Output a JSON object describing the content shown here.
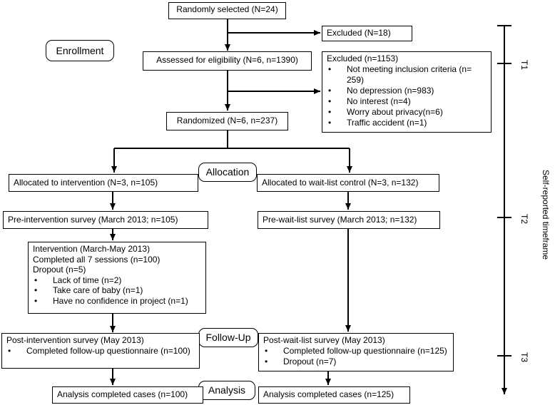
{
  "sections": {
    "enrollment": "Enrollment",
    "allocation": "Allocation",
    "followup": "Follow-Up",
    "analysis": "Analysis"
  },
  "boxes": {
    "randomly_selected": "Randomly selected (N=24)",
    "excluded_1": "Excluded (N=18)",
    "assessed": "Assessed for eligibility (N=6, n=1390)",
    "excluded_2_title": "Excluded (n=1153)",
    "excluded_2_items": [
      "Not meeting inclusion criteria (n=",
      "259)",
      "No depression (n=983)",
      "No interest (n=4)",
      "Worry about privacy(n=6)",
      "Traffic accident (n=1)"
    ],
    "randomized": "Randomized (N=6, n=237)",
    "alloc_intervention": "Allocated to intervention (N=3, n=105)",
    "alloc_waitlist": "Allocated to wait-list control (N=3, n=132)",
    "pre_intervention": "Pre-intervention survey (March 2013; n=105)",
    "pre_waitlist": "Pre-wait-list survey (March 2013; n=132)",
    "intervention_lines": [
      "Intervention (March-May 2013)",
      "Completed all 7 sessions (n=100)",
      "Dropout (n=5)"
    ],
    "intervention_items": [
      "Lack of time (n=2)",
      "Take care of baby (n=1)",
      "Have no confidence in project (n=1)"
    ],
    "post_intervention_title": "Post-intervention survey (May 2013)",
    "post_intervention_items": [
      "Completed follow-up questionnaire (n=100)"
    ],
    "post_waitlist_title": "Post-wait-list survey (May 2013)",
    "post_waitlist_items": [
      "Completed follow-up questionnaire (n=125)",
      "Dropout (n=7)"
    ],
    "analysis_left": "Analysis completed cases (n=100)",
    "analysis_right": "Analysis completed cases (n=125)"
  },
  "timeline": {
    "label": "Self-reported timeframe",
    "t1": "T1",
    "t2": "T2",
    "t3": "T3"
  }
}
